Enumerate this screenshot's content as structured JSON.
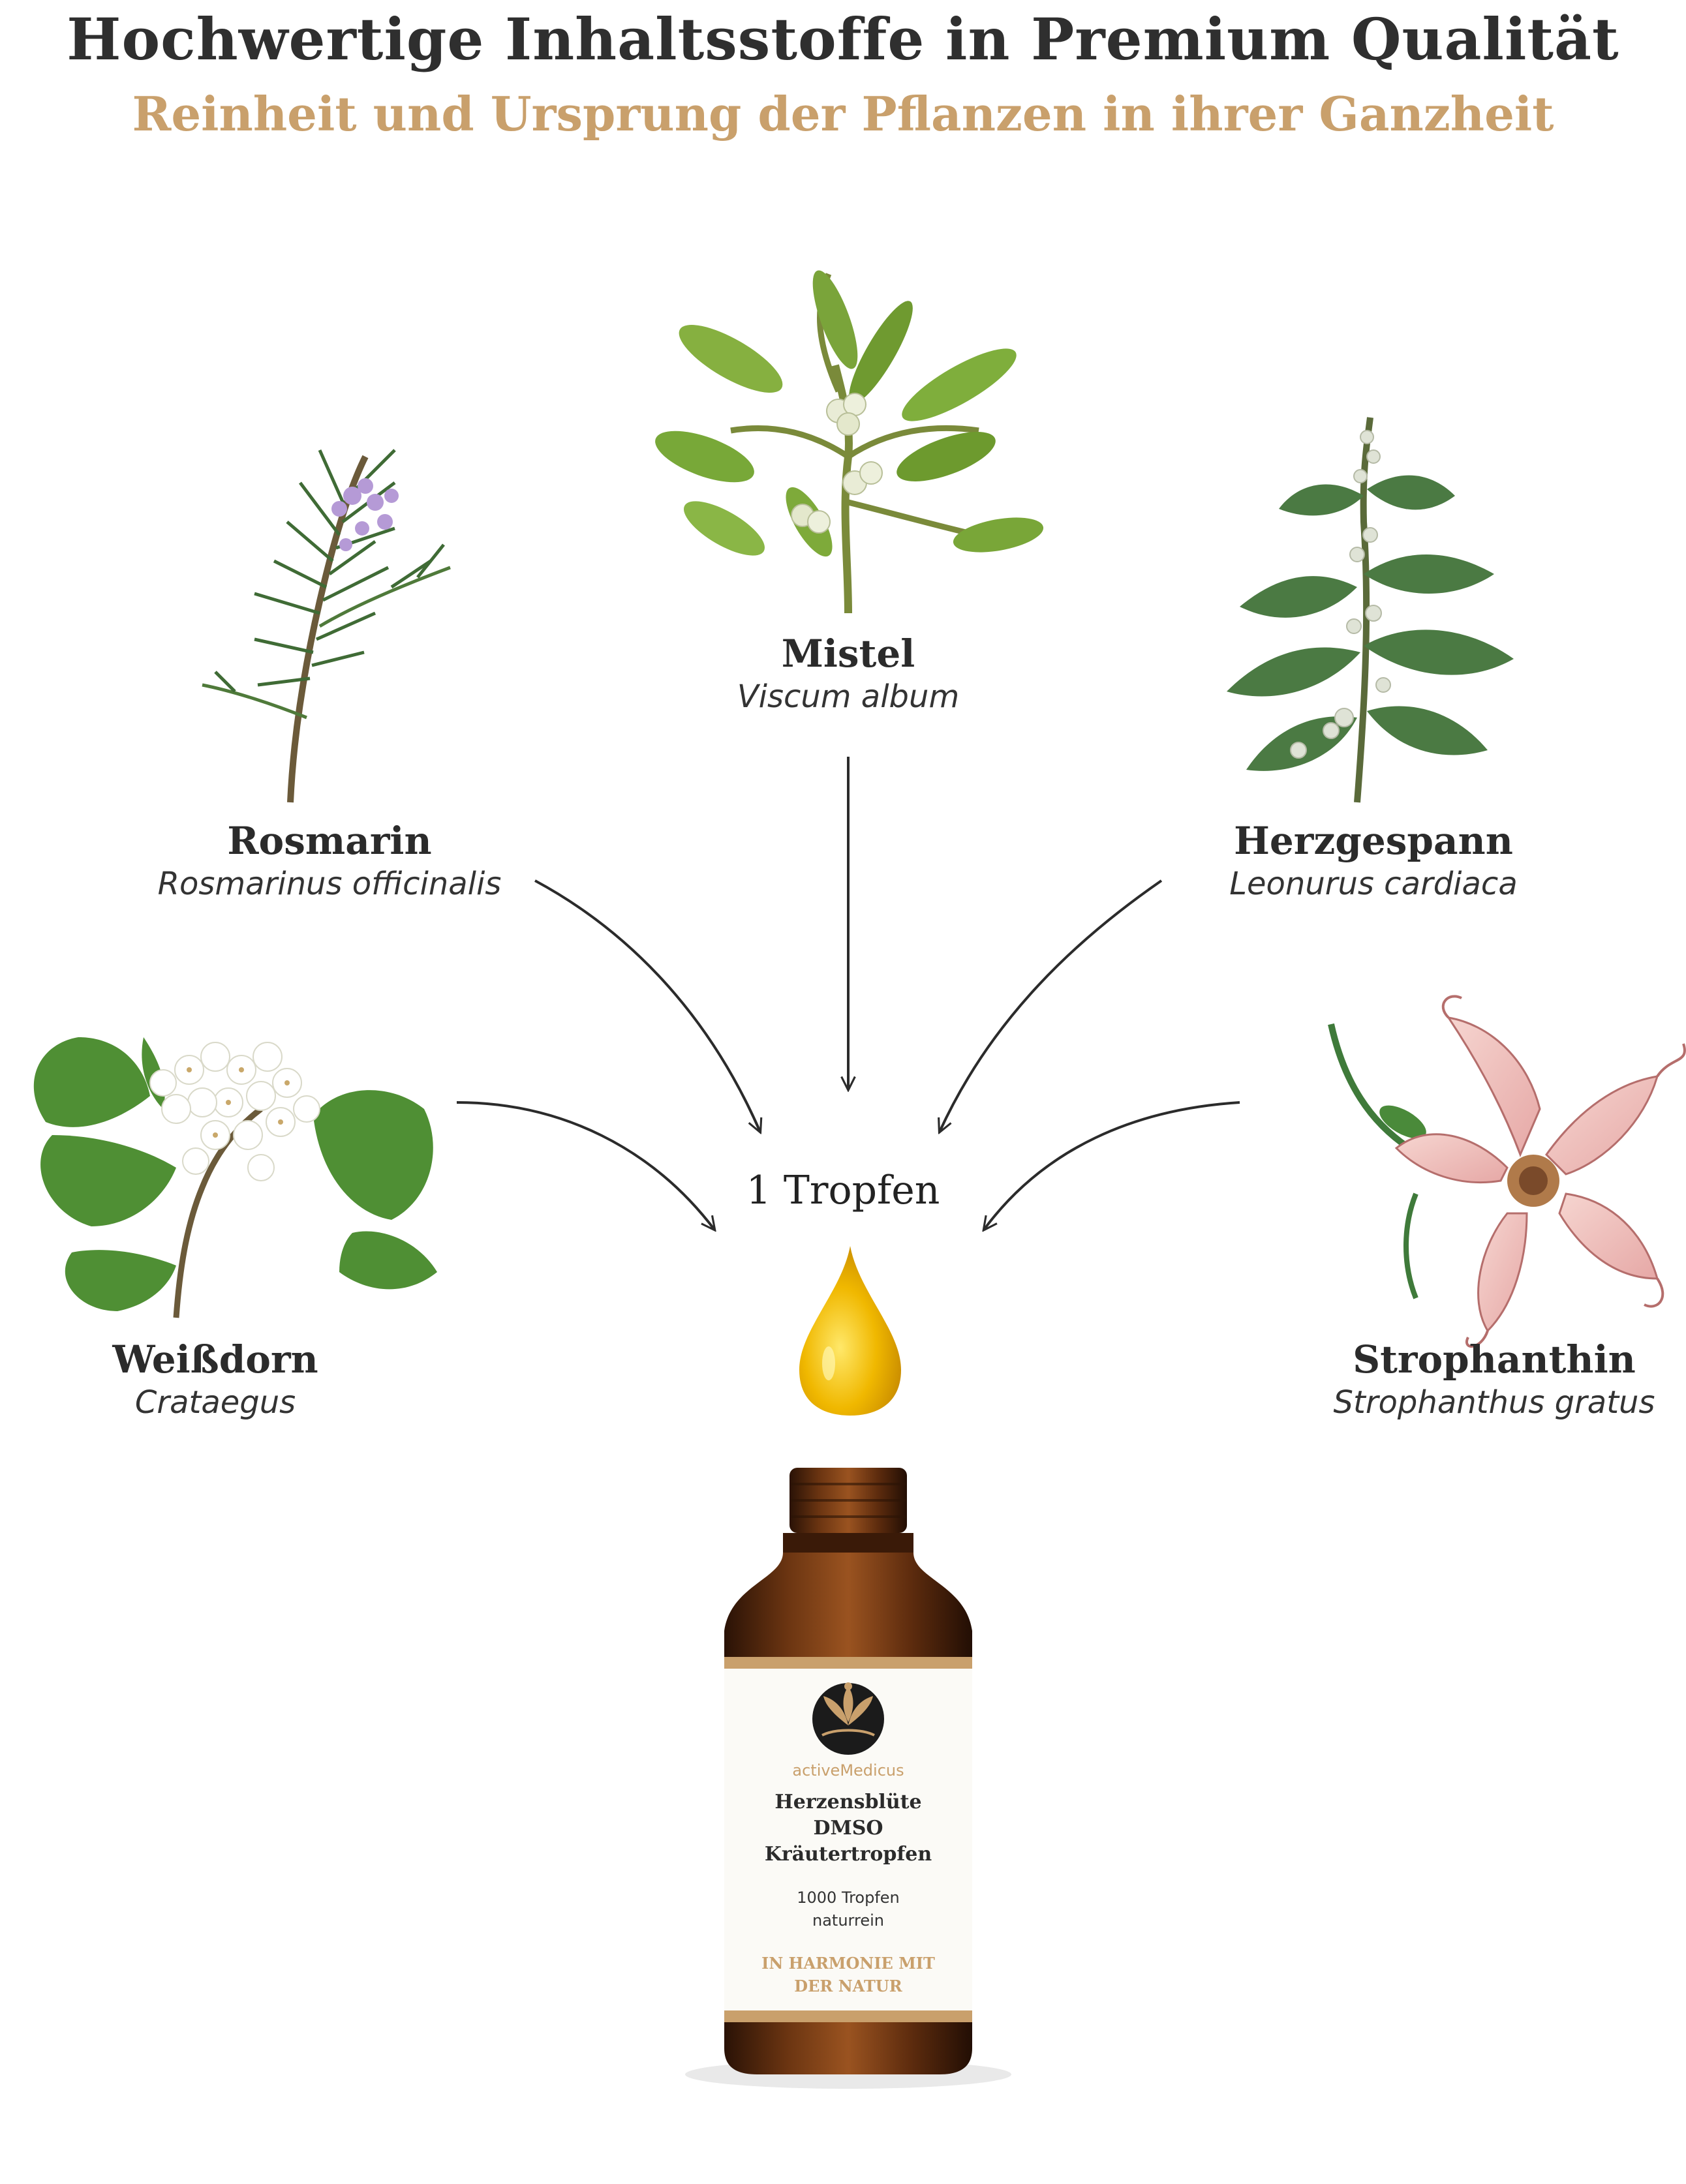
{
  "header": {
    "title": "Hochwertige Inhaltsstoffe in Premium Qualität",
    "subtitle": "Reinheit und Ursprung der Pflanzen in ihrer Ganzheit"
  },
  "plants": [
    {
      "name": "Mistel",
      "latin": "Viscum album"
    },
    {
      "name": "Rosmarin",
      "latin": "Rosmarinus officinalis"
    },
    {
      "name": "Herzgespann",
      "latin": "Leonurus cardiaca"
    },
    {
      "name": "Weißdorn",
      "latin": "Crataegus"
    },
    {
      "name": "Strophanthin",
      "latin": "Strophanthus gratus"
    }
  ],
  "drops_label": "1 Tropfen",
  "bottle": {
    "brand": "activeMedicus",
    "product_line1": "Herzensblüte",
    "product_line2": "DMSO",
    "product_line3": "Kräutertropfen",
    "quantity": "1000 Tropfen",
    "quality": "naturrein",
    "slogan_line1": "IN HARMONIE MIT",
    "slogan_line2": "DER NATUR"
  },
  "colors": {
    "accent_gold": "#c9a06c",
    "title_dark": "#2f2f2f",
    "drop_yellow": "#f2c200",
    "bottle_amber": "#6b3410"
  },
  "icons": [
    "mistletoe-illustration",
    "rosemary-illustration",
    "motherwort-illustration",
    "hawthorn-illustration",
    "strophanthus-flower-illustration",
    "oil-drop-icon",
    "lotus-logo-icon",
    "arrow-icon"
  ]
}
